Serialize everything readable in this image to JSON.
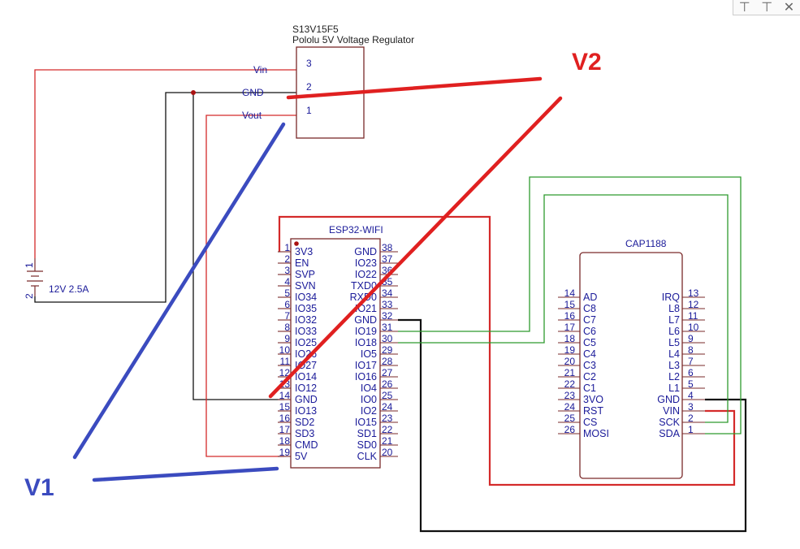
{
  "regulator": {
    "part": "S13V15F5",
    "name": "Pololu 5V Voltage Regulator",
    "pins": [
      {
        "num": "3",
        "label": "Vin"
      },
      {
        "num": "2",
        "label": "GND"
      },
      {
        "num": "1",
        "label": "Vout"
      }
    ]
  },
  "battery": {
    "label": "12V 2.5A",
    "pin1": "1",
    "pin2": "2"
  },
  "esp32": {
    "name": "ESP32-WIFI",
    "left_pins": [
      {
        "num": "1",
        "label": "3V3"
      },
      {
        "num": "2",
        "label": "EN"
      },
      {
        "num": "3",
        "label": "SVP"
      },
      {
        "num": "4",
        "label": "SVN"
      },
      {
        "num": "5",
        "label": "IO34"
      },
      {
        "num": "6",
        "label": "IO35"
      },
      {
        "num": "7",
        "label": "IO32"
      },
      {
        "num": "8",
        "label": "IO33"
      },
      {
        "num": "9",
        "label": "IO25"
      },
      {
        "num": "10",
        "label": "IO26"
      },
      {
        "num": "11",
        "label": "IO27"
      },
      {
        "num": "12",
        "label": "IO14"
      },
      {
        "num": "13",
        "label": "IO12"
      },
      {
        "num": "14",
        "label": "GND"
      },
      {
        "num": "15",
        "label": "IO13"
      },
      {
        "num": "16",
        "label": "SD2"
      },
      {
        "num": "17",
        "label": "SD3"
      },
      {
        "num": "18",
        "label": "CMD"
      },
      {
        "num": "19",
        "label": "5V"
      }
    ],
    "right_pins": [
      {
        "num": "38",
        "label": "GND"
      },
      {
        "num": "37",
        "label": "IO23"
      },
      {
        "num": "36",
        "label": "IO22"
      },
      {
        "num": "35",
        "label": "TXD0"
      },
      {
        "num": "34",
        "label": "RXD0"
      },
      {
        "num": "33",
        "label": "IO21"
      },
      {
        "num": "32",
        "label": "GND"
      },
      {
        "num": "31",
        "label": "IO19"
      },
      {
        "num": "30",
        "label": "IO18"
      },
      {
        "num": "29",
        "label": "IO5"
      },
      {
        "num": "28",
        "label": "IO17"
      },
      {
        "num": "27",
        "label": "IO16"
      },
      {
        "num": "26",
        "label": "IO4"
      },
      {
        "num": "25",
        "label": "IO0"
      },
      {
        "num": "24",
        "label": "IO2"
      },
      {
        "num": "23",
        "label": "IO15"
      },
      {
        "num": "22",
        "label": "SD1"
      },
      {
        "num": "21",
        "label": "SD0"
      },
      {
        "num": "20",
        "label": "CLK"
      }
    ]
  },
  "cap1188": {
    "name": "CAP1188",
    "left_pins": [
      {
        "num": "14",
        "label": "AD"
      },
      {
        "num": "15",
        "label": "C8"
      },
      {
        "num": "16",
        "label": "C7"
      },
      {
        "num": "17",
        "label": "C6"
      },
      {
        "num": "18",
        "label": "C5"
      },
      {
        "num": "19",
        "label": "C4"
      },
      {
        "num": "20",
        "label": "C3"
      },
      {
        "num": "21",
        "label": "C2"
      },
      {
        "num": "22",
        "label": "C1"
      },
      {
        "num": "23",
        "label": "3VO"
      },
      {
        "num": "24",
        "label": "RST"
      },
      {
        "num": "25",
        "label": "CS"
      },
      {
        "num": "26",
        "label": "MOSI"
      }
    ],
    "right_pins": [
      {
        "num": "13",
        "label": "IRQ"
      },
      {
        "num": "12",
        "label": "L8"
      },
      {
        "num": "11",
        "label": "L7"
      },
      {
        "num": "10",
        "label": "L6"
      },
      {
        "num": "9",
        "label": "L5"
      },
      {
        "num": "8",
        "label": "L4"
      },
      {
        "num": "7",
        "label": "L3"
      },
      {
        "num": "6",
        "label": "L2"
      },
      {
        "num": "5",
        "label": "L1"
      },
      {
        "num": "4",
        "label": "GND"
      },
      {
        "num": "3",
        "label": "VIN"
      },
      {
        "num": "2",
        "label": "SCK"
      },
      {
        "num": "1",
        "label": "SDA"
      }
    ]
  },
  "annotations": {
    "v1": "V1",
    "v2": "V2"
  },
  "colors": {
    "wire_red": "#d42a2a",
    "wire_black": "#111111",
    "wire_green": "#2e9a2e",
    "annotation_red": "#e02020",
    "annotation_blue": "#3b4bbf",
    "component": "#7a2a2a",
    "pin_text": "#1a1a99"
  },
  "toolbar": {
    "icons": [
      "pin-icon",
      "pin-icon",
      "close-icon"
    ]
  }
}
